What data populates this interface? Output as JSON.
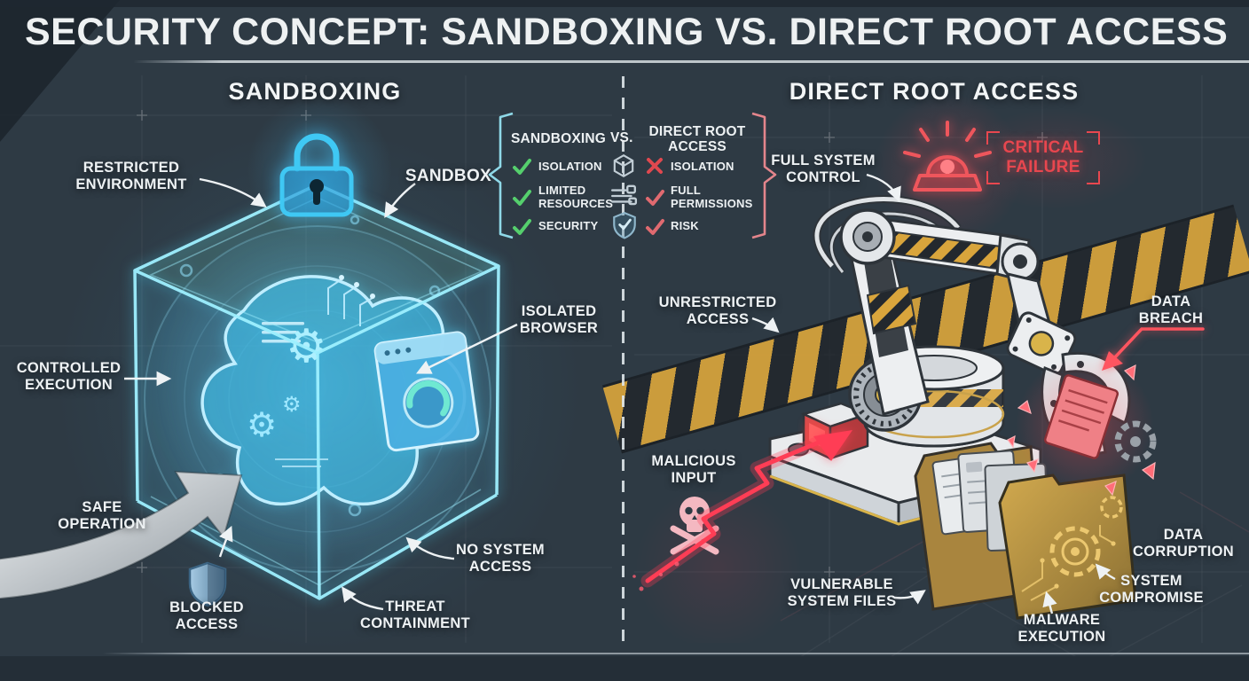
{
  "title": "SECURITY CONCEPT: SANDBOXING VS. DIRECT ROOT ACCESS",
  "left_panel": {
    "header": "SANDBOXING",
    "labels": {
      "restricted_environment": "RESTRICTED\nENVIRONMENT",
      "sandbox": "SANDBOX",
      "controlled_execution": "CONTROLLED\nEXECUTION",
      "isolated_browser": "ISOLATED\nBROWSER",
      "safe_operation": "SAFE\nOPERATION",
      "blocked_access": "BLOCKED\nACCESS",
      "no_system_access": "NO SYSTEM\nACCESS",
      "threat_containment": "THREAT\nCONTAINMENT"
    }
  },
  "comparison": {
    "left_title": "SANDBOXING",
    "vs": "VS.",
    "right_title": "DIRECT ROOT\nACCESS",
    "rows": [
      {
        "left": "ISOLATION",
        "icon": "cube-icon",
        "right": "ISOLATION"
      },
      {
        "left": "LIMITED\nRESOURCES",
        "icon": "resources-icon",
        "right": "FULL\nPERMISSIONS"
      },
      {
        "left": "SECURITY",
        "icon": "shield-check-icon",
        "right": "RISK"
      }
    ]
  },
  "right_panel": {
    "header": "DIRECT ROOT ACCESS",
    "labels": {
      "full_system_control": "FULL SYSTEM\nCONTROL",
      "critical_failure": "CRITICAL\nFAILURE",
      "unrestricted_access": "UNRESTRICTED\nACCESS",
      "data_breach": "DATA\nBREACH",
      "malicious_input": "MALICIOUS\nINPUT",
      "vulnerable_system_files": "VULNERABLE\nSYSTEM FILES",
      "malware_execution": "MALWARE\nEXECUTION",
      "data_corruption": "DATA\nCORRUPTION",
      "system_compromise": "SYSTEM\nCOMPROMISE"
    }
  },
  "icons": {
    "gear_glyph": "⚙",
    "lock": "padlock",
    "shield": "shield",
    "shield_check": "shield with checkmark",
    "cube": "3d wireframe cube",
    "resources": "stacked resources",
    "check": "checkmark",
    "cross": "x mark",
    "siren": "alarm siren",
    "skull": "skull and crossbones"
  },
  "colors": {
    "background": "#2e3a44",
    "neon_cyan": "#6fe3ff",
    "green_check": "#55cf6d",
    "red_alert": "#e8474f",
    "soft_red": "#e06a70",
    "hazard_yellow": "#d9a53c",
    "folder_gold": "#c9a24b",
    "metal_light": "#e9ebed"
  }
}
